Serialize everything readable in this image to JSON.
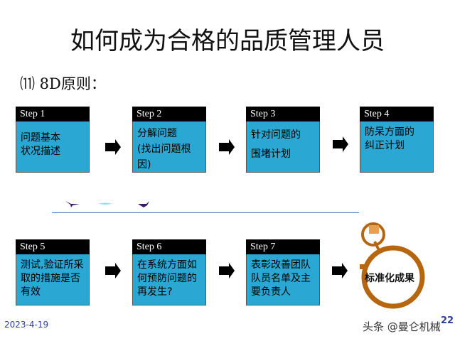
{
  "title": "如何成为合格的品质管理人员",
  "subtitle": "⑾ 8D原则：",
  "steps": [
    {
      "label": "Step 1",
      "text": "问题基本\n状况描述"
    },
    {
      "label": "Step 2",
      "text": "分解问题\n(找出问题根因)"
    },
    {
      "label": "Step 3",
      "text": "针对问题的\n围堵计划"
    },
    {
      "label": "Step 4",
      "text": "防呆方面的\n纠正计划"
    },
    {
      "label": "Step 5",
      "text": "测试,验证所采取的措施是否有效"
    },
    {
      "label": "Step 6",
      "text": "在系统方面如何预防问题的再发生?"
    },
    {
      "label": "Step 7",
      "text": "表彰改善团队队员名单及主要负责人"
    }
  ],
  "result": "标准化成果",
  "date": "2023-4-19",
  "page": "22",
  "watermark": "头条 @曼仑机械",
  "colors": {
    "box": "#2aa7d2",
    "header": "#000000",
    "watch": "#b5660f"
  }
}
